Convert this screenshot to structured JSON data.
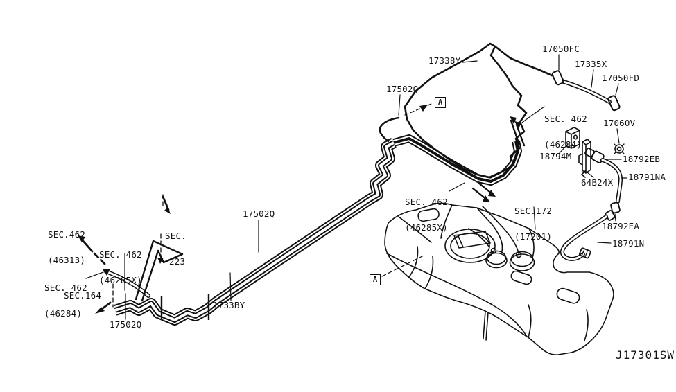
{
  "drawing_code": "J17301SW",
  "colors": {
    "line": "#111111",
    "background": "#ffffff"
  },
  "ref_marker": "A",
  "callouts": {
    "evap_hose": "17338Y",
    "clamp_top": "17050FC",
    "breather_hose": "17335X",
    "clamp_right": "17050FD",
    "fuel_tube_top": "17502Q",
    "fuel_tube_mid": "17502Q",
    "fuel_tube_bottom": "17502Q",
    "tube_bundle": "1733BY",
    "valve_clip": "17060V",
    "bracket_upper": "18794M",
    "connector_upper": "18792EB",
    "drain_hose_upper": "18791NA",
    "bracket_lower": "64B24X",
    "connector_lower": "18792EA",
    "drain_hose_lower": "18791N"
  },
  "section_refs": {
    "sec462_46284_right": {
      "line1": "SEC. 462",
      "line2": "(46284)"
    },
    "sec462_46285x_mid": {
      "line1": "SEC. 462",
      "line2": "(46285X)"
    },
    "sec172_17201": {
      "line1": "SEC.172",
      "line2": "(17201)"
    },
    "sec462_46313": {
      "line1": "SEC.462",
      "line2": "(46313)"
    },
    "sec223": {
      "line1": "SEC.",
      "line2": "223"
    },
    "sec462_46285x_left": {
      "line1": "SEC. 462",
      "line2": "(46285X)"
    },
    "sec462_46284_left": {
      "line1": "SEC. 462",
      "line2": "(46284)"
    },
    "sec164": "SEC.164"
  }
}
